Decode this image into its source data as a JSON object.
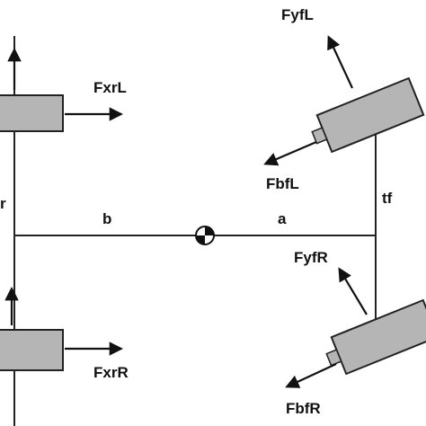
{
  "labels": {
    "fyfl": "FyfL",
    "fbfl": "FbfL",
    "fyfr": "FyfR",
    "fbfr": "FbfR",
    "fxrl": "FxrL",
    "fxrr": "FxrR",
    "b": "b",
    "a": "a",
    "tf": "tf",
    "tr_fragment": "r"
  },
  "colors": {
    "tire_fill": "#b5b5b5",
    "stroke": "#222222"
  },
  "icons": {
    "center_of_gravity": "center-of-gravity-icon"
  }
}
